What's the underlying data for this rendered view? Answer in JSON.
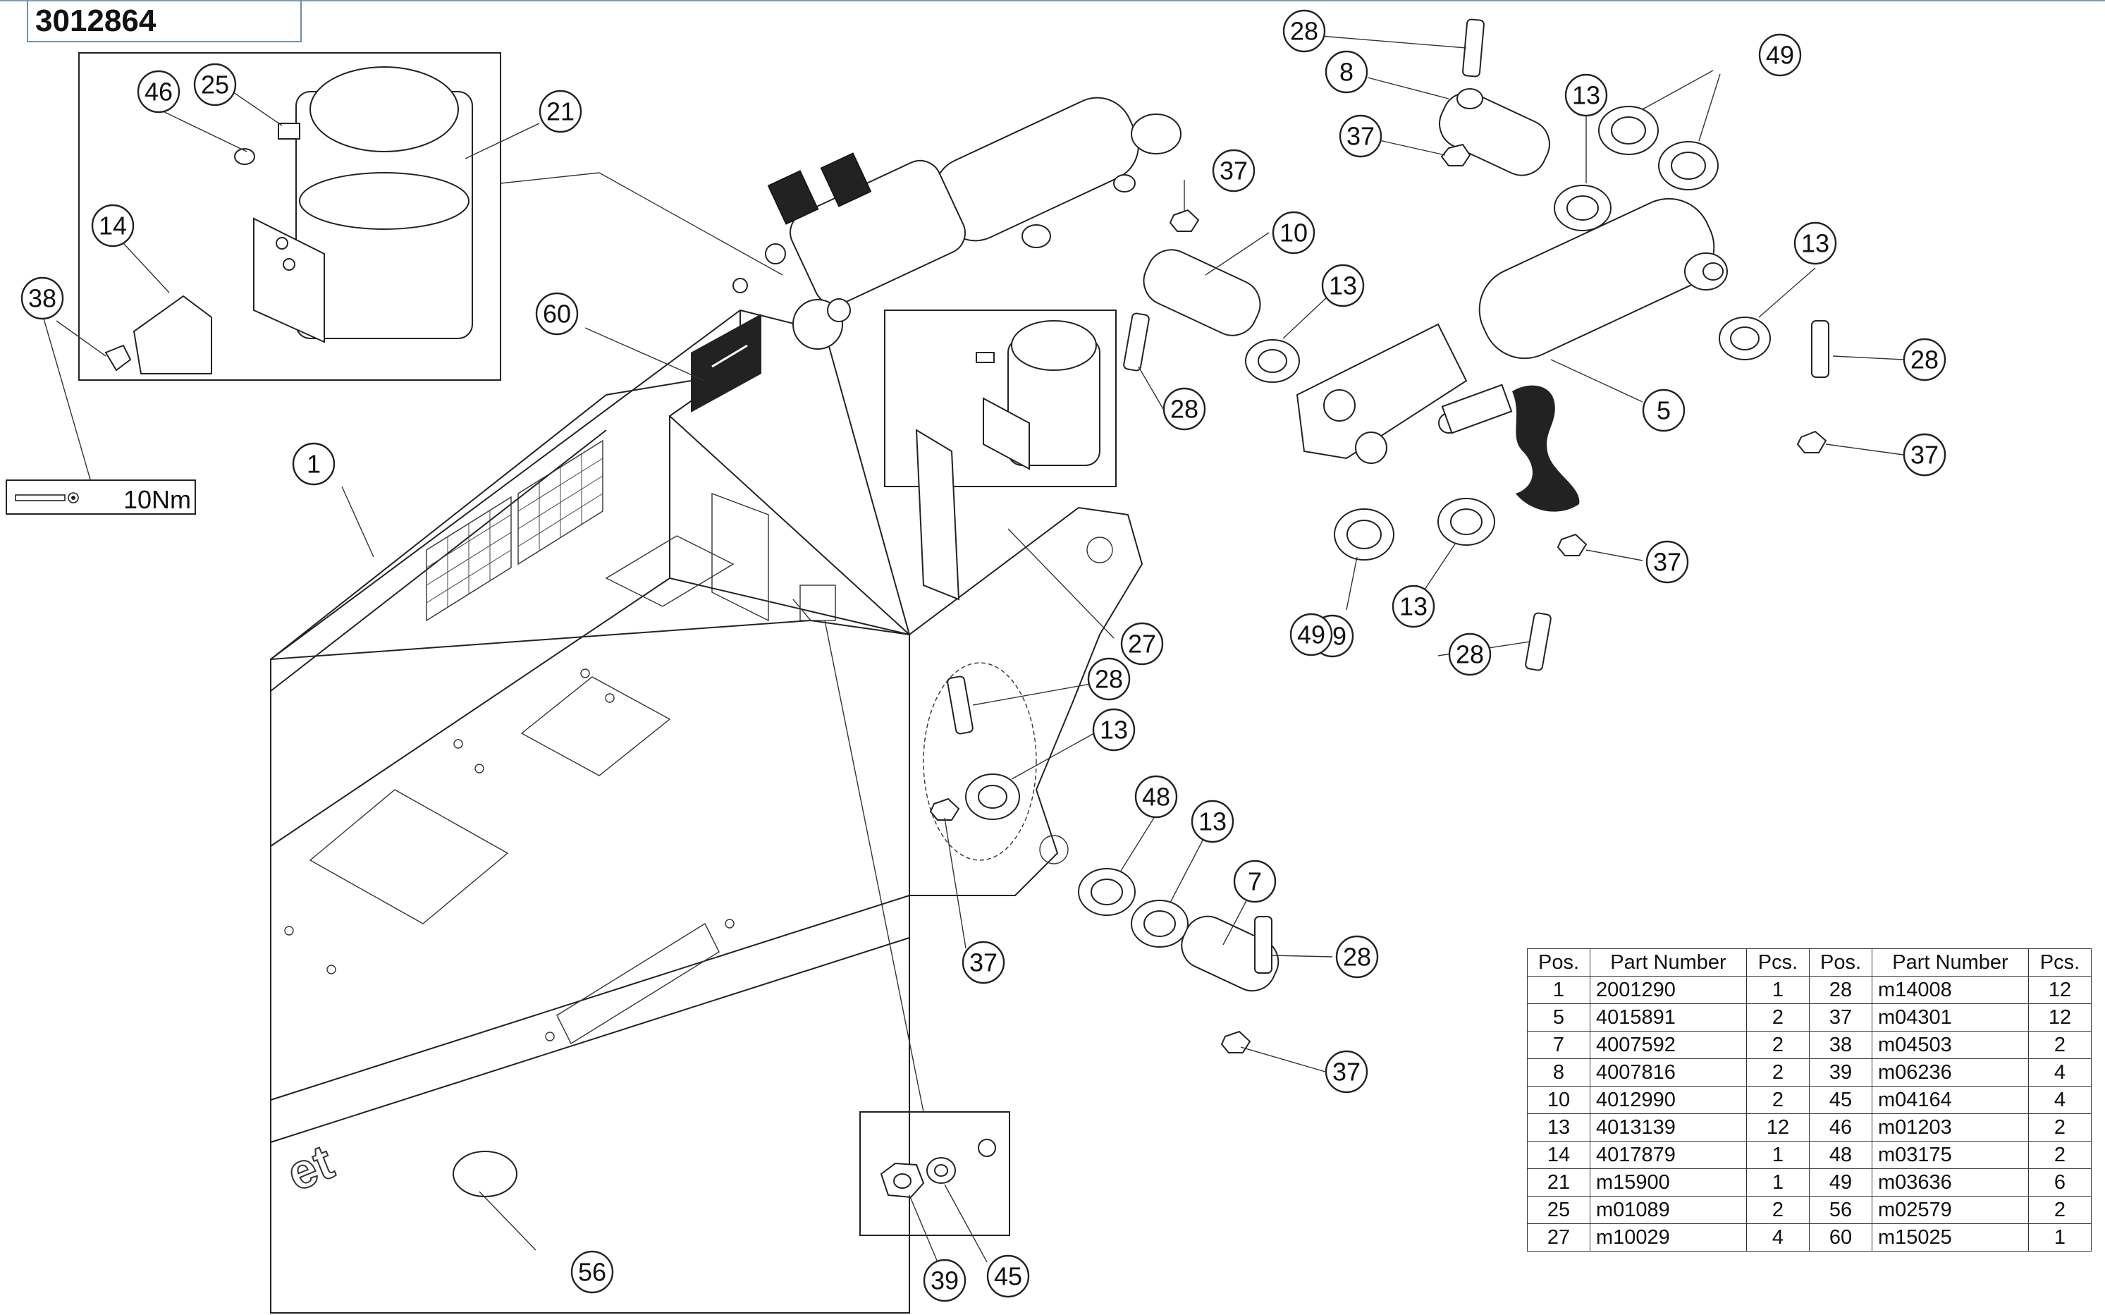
{
  "drawing_number": "3012864",
  "torque": {
    "icon": "wrench-icon",
    "value": "10",
    "unit": "Nm"
  },
  "callouts": [
    "1",
    "5",
    "7",
    "8",
    "10",
    "13",
    "13",
    "13",
    "13",
    "13",
    "13",
    "14",
    "21",
    "25",
    "27",
    "28",
    "28",
    "28",
    "28",
    "28",
    "28",
    "37",
    "37",
    "37",
    "37",
    "37",
    "37",
    "37",
    "38",
    "39",
    "45",
    "46",
    "48",
    "49",
    "49",
    "49",
    "56",
    "60"
  ],
  "table": {
    "headers": [
      "Pos.",
      "Part Number",
      "Pcs.",
      "Pos.",
      "Part Number",
      "Pcs."
    ],
    "rows": [
      [
        "1",
        "2001290",
        "1",
        "28",
        "m14008",
        "12"
      ],
      [
        "5",
        "4015891",
        "2",
        "37",
        "m04301",
        "12"
      ],
      [
        "7",
        "4007592",
        "2",
        "38",
        "m04503",
        "2"
      ],
      [
        "8",
        "4007816",
        "2",
        "39",
        "m06236",
        "4"
      ],
      [
        "10",
        "4012990",
        "2",
        "45",
        "m04164",
        "4"
      ],
      [
        "13",
        "4013139",
        "12",
        "46",
        "m01203",
        "2"
      ],
      [
        "14",
        "4017879",
        "1",
        "48",
        "m03175",
        "2"
      ],
      [
        "21",
        "m15900",
        "1",
        "49",
        "m03636",
        "6"
      ],
      [
        "25",
        "m01089",
        "2",
        "56",
        "m02579",
        "2"
      ],
      [
        "27",
        "m10029",
        "4",
        "60",
        "m15025",
        "1"
      ]
    ]
  }
}
